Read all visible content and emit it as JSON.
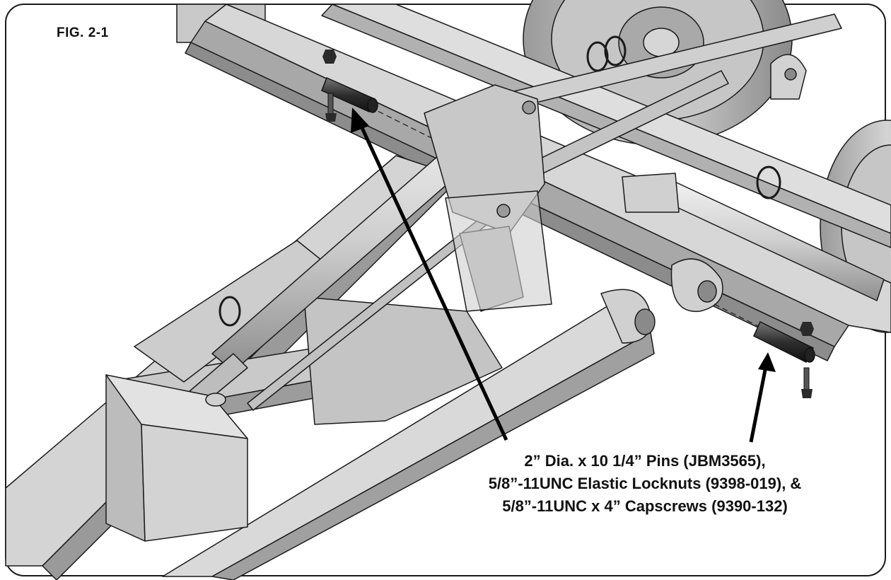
{
  "figure": {
    "label": "FIG. 2-1",
    "callout_lines": [
      "2” Dia. x 10 1/4” Pins (JBM3565),",
      "5/8”-11UNC Elastic Locknuts (9398-019), &",
      "5/8”-11UNC x 4” Capscrews (9390-132)"
    ]
  },
  "colors": {
    "metal_light": "#d9d9d9",
    "metal_mid": "#bdbdbd",
    "metal_dark": "#8a8a8a",
    "outline": "#1a1a1a",
    "pin": "#3a3a3a"
  }
}
